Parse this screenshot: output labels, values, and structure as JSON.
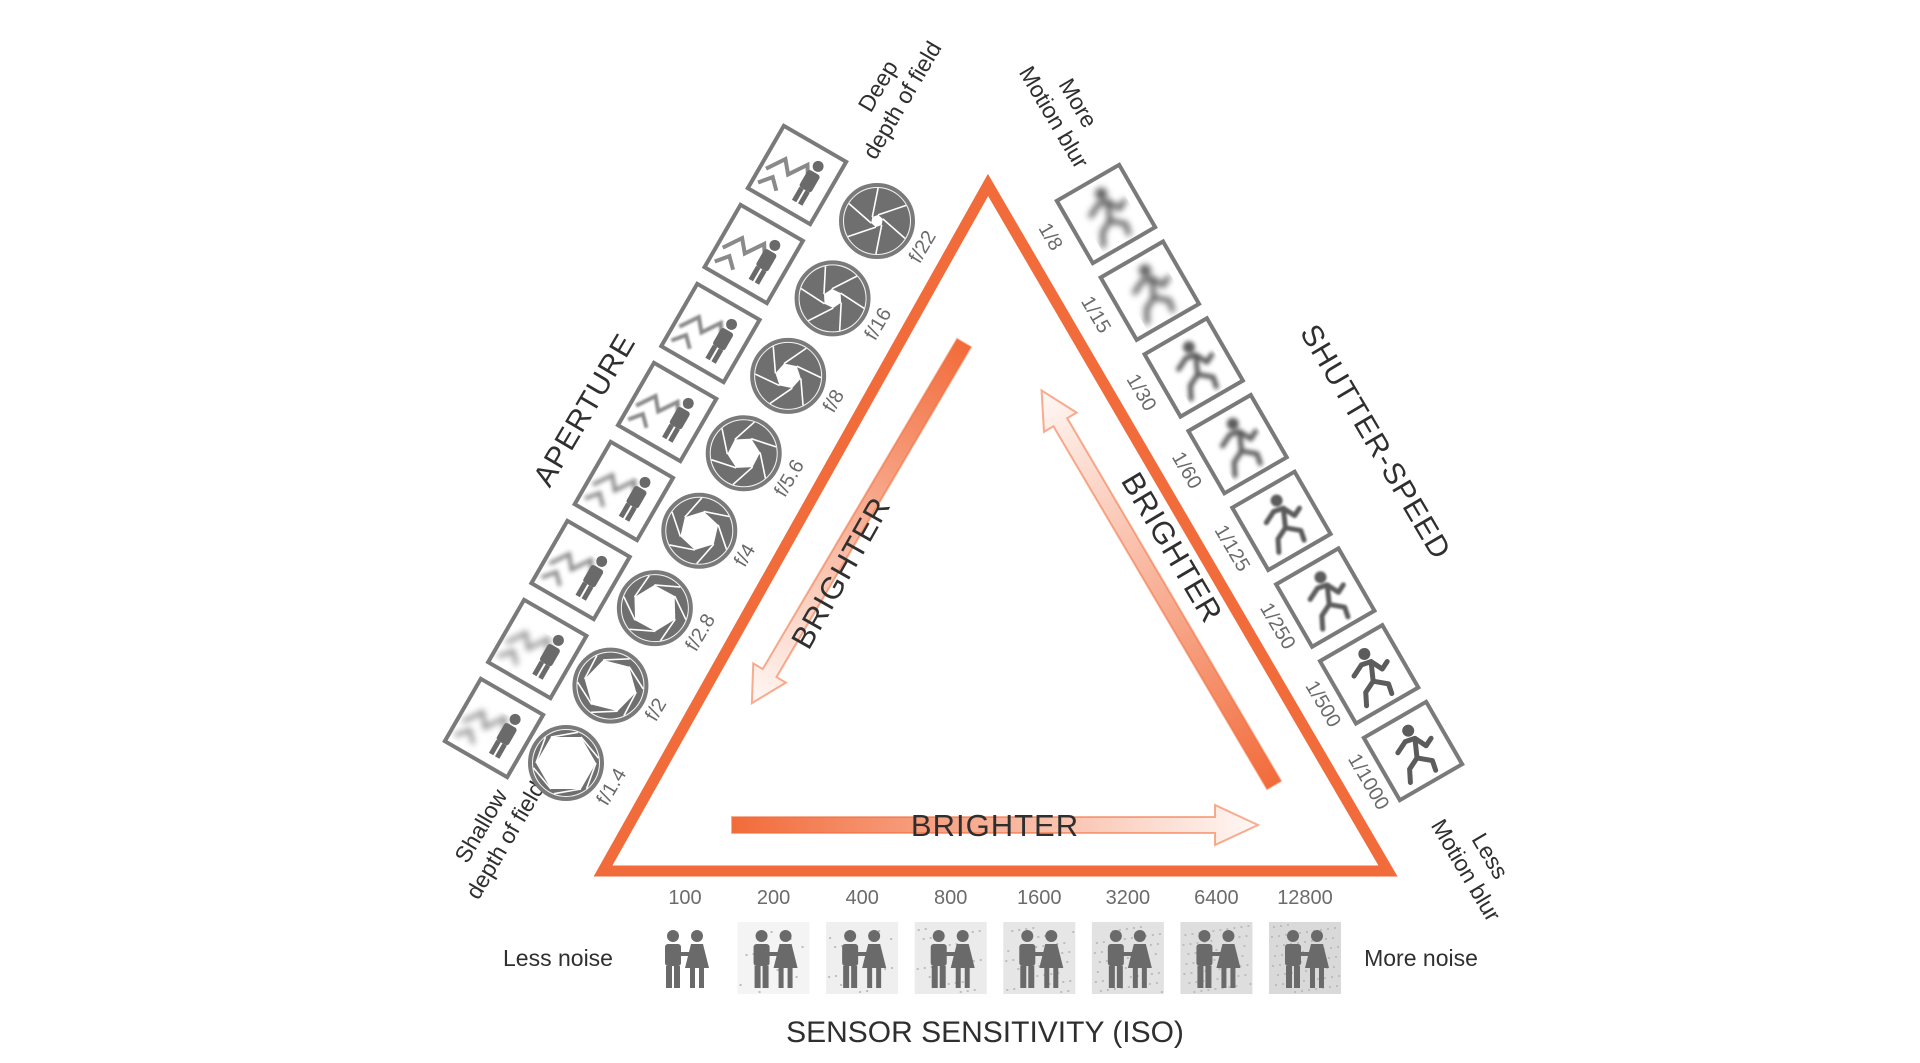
{
  "title": "SENSOR SENSITIVITY (ISO)",
  "aperture": {
    "heading": "APERTURE",
    "low_label_line1": "Shallow",
    "low_label_line2": "depth of field",
    "high_label_line1": "Deep",
    "high_label_line2": "depth of field",
    "stops": [
      "f/1.4",
      "f/2",
      "f/2.8",
      "f/4",
      "f/5.6",
      "f/8",
      "f/16",
      "f/22"
    ]
  },
  "shutter": {
    "heading": "SHUTTER-SPEED",
    "top_label_line1": "More",
    "top_label_line2": "Motion blur",
    "bottom_label_line1": "Less",
    "bottom_label_line2": "Motion blur",
    "speeds": [
      "1/8",
      "1/15",
      "1/30",
      "1/60",
      "1/125",
      "1/250",
      "1/500",
      "1/1000"
    ]
  },
  "iso": {
    "left_label": "Less noise",
    "right_label": "More noise",
    "values": [
      "100",
      "200",
      "400",
      "800",
      "1600",
      "3200",
      "6400",
      "12800"
    ]
  },
  "arrows": {
    "left": "BRIGHTER",
    "right": "BRIGHTER",
    "bottom": "BRIGHTER"
  },
  "colors": {
    "accent": "#F26B3A",
    "icon_gray": "#7a7a7a",
    "text": "#2f2f2f"
  },
  "icons": {
    "aperture": "aperture-blade-icon",
    "scene": "depth-of-field-scene-icon",
    "runner": "running-person-icon",
    "couple": "couple-icon"
  }
}
